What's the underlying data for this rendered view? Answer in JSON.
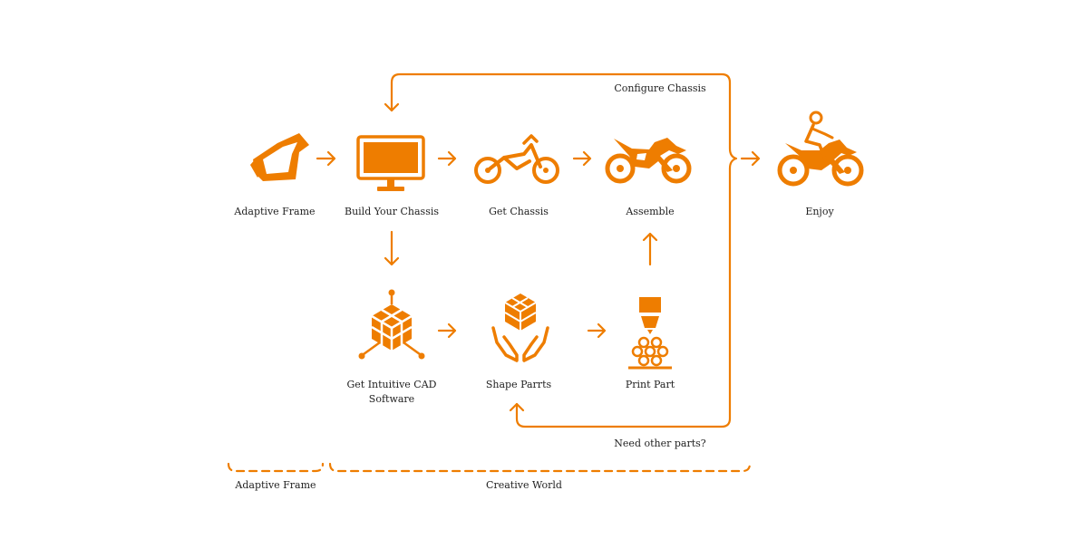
{
  "accent_color": "#ee7d00",
  "steps": {
    "adaptive_frame": "Adaptive Frame",
    "build_chassis": "Build Your Chassis",
    "get_chassis": "Get Chassis",
    "assemble": "Assemble",
    "enjoy": "Enjoy",
    "cad_software": "Get Intuitive CAD Software",
    "shape_parts": "Shape Parrts",
    "print_part": "Print Part"
  },
  "loops": {
    "configure_chassis": "Configure Chassis",
    "need_other_parts": "Need other parts?"
  },
  "groups": {
    "adaptive_frame": "Adaptive Frame",
    "creative_world": "Creative World"
  },
  "icons": {
    "adaptive_frame": "frame-part-icon",
    "build_chassis": "monitor-icon",
    "get_chassis": "bike-chassis-icon",
    "assemble": "dirt-bike-icon",
    "enjoy": "rider-on-bike-icon",
    "cad_software": "network-cube-icon",
    "shape_parts": "hands-holding-cube-icon",
    "print_part": "3d-printer-icon"
  }
}
